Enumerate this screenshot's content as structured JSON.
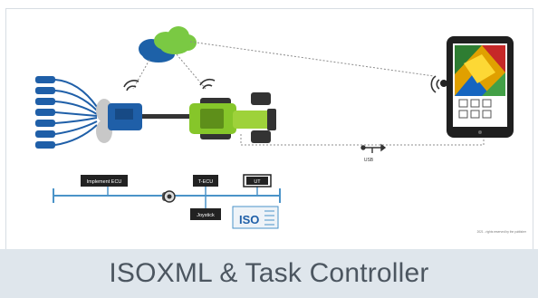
{
  "card": {
    "title": "ISOXML & Task Controller"
  },
  "diagram": {
    "boxes": {
      "implement_ecu": "Implement ECU",
      "t_ecu": "T-ECU",
      "joystick": "Joystick",
      "ut": "UT"
    },
    "usb_label": "USB",
    "iso_logo_text": "ISO",
    "copyright": "2021 ‑ rights reserved by the publisher"
  },
  "colors": {
    "footer_bg": "#dfe6ec",
    "footer_text": "#4c5660",
    "implement_blue": "#1f5fa8",
    "tractor_green": "#86c62a",
    "cloud_green": "#7ac943",
    "cloud_blue": "#1d61a8",
    "bus_line": "#4a93c8"
  }
}
